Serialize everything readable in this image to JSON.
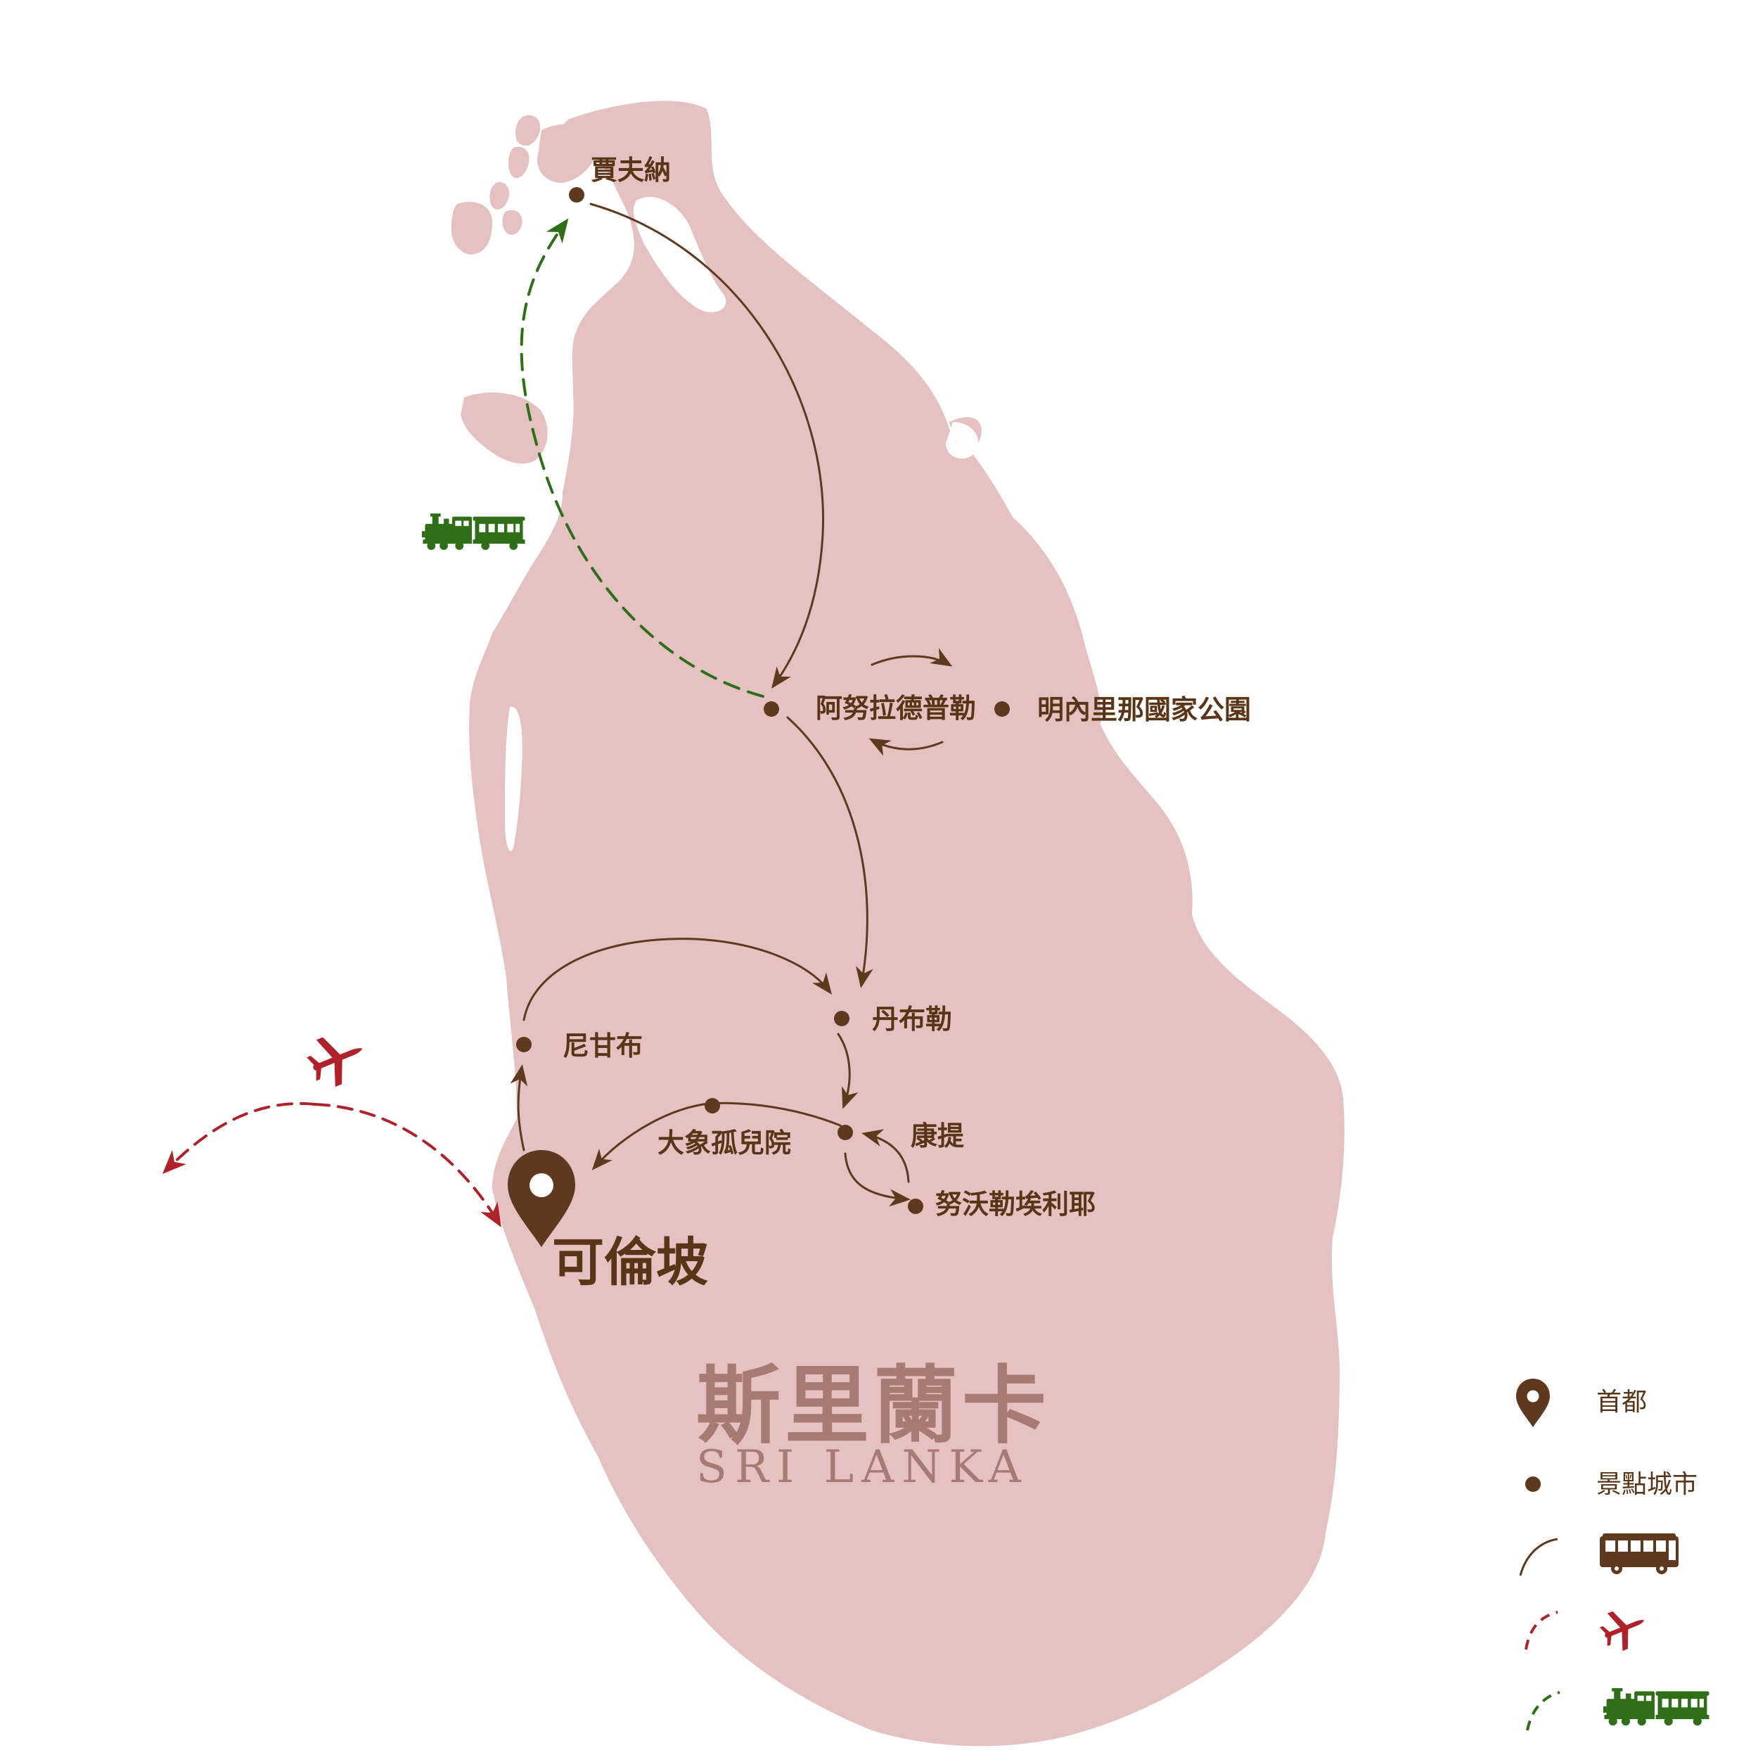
{
  "map": {
    "country_name_zh": "斯里蘭卡",
    "country_name_en": "SRI LANKA",
    "capital": "可倫坡",
    "cities": {
      "jaffna": "賈夫納",
      "anuradhapura": "阿努拉德普勒",
      "minneriya": "明內里那國家公園",
      "dambulla": "丹布勒",
      "negombo": "尼甘布",
      "pinnawala": "大象孤兒院",
      "kandy": "康提",
      "nuwara_eliya": "努沃勒埃利耶"
    }
  },
  "legend": {
    "capital": "首都",
    "city": "景點城市"
  },
  "colors": {
    "land": "#e5c1c2",
    "route": "#5e391d",
    "flight": "#b0222a",
    "train": "#2e6f17",
    "country_text": "#a77a76"
  },
  "icons": {
    "bus": "bus-icon",
    "plane": "plane-icon",
    "train": "train-icon",
    "pin": "map-pin-icon"
  }
}
